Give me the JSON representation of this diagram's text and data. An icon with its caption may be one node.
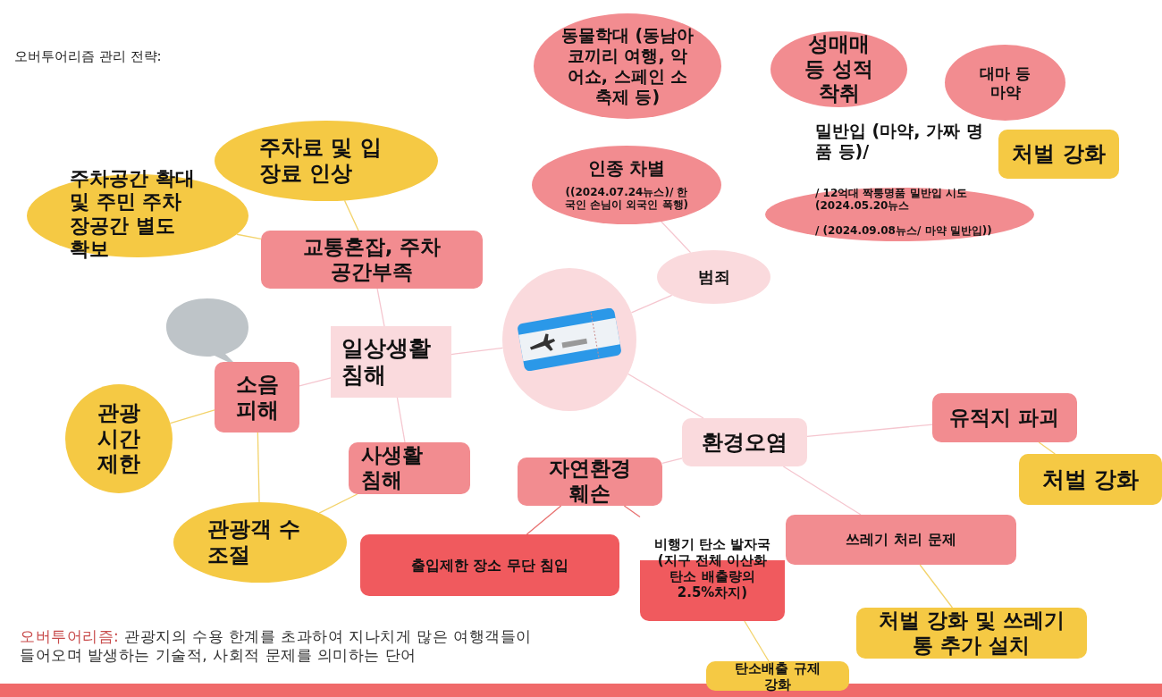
{
  "diagram": {
    "nodes": [
      {
        "text": [
          "동물학대 (동남아 코끼리 여행, 악어쇼, 스페인 소 축제 등)"
        ]
      },
      {
        "text": [
          "성매매 등 성적 착취"
        ]
      },
      {
        "text": [
          "대마 등 마약"
        ]
      },
      {
        "text": [
          "인종 차별",
          "((2024.07.24뉴스)/ 한국인 손님이 외국인 폭행)"
        ]
      },
      {
        "text": [
          "밀반입 (마약, 가짜 명품 등)/",
          "/ 12억대 짝퉁명품 밀반입 시도 (2024.05.20뉴스",
          "/ (2024.09.08뉴스/ 마약 밀반입))"
        ]
      },
      {
        "text": [
          "처벌 강화"
        ]
      },
      {
        "text": [
          "범죄"
        ]
      },
      {
        "text": [
          "교통혼잡, 주차공간부족"
        ]
      },
      {
        "text": [
          "주차료 및 입장료 인상"
        ]
      },
      {
        "text": [
          "주차공간 확대 및 주민 주차장공간 별도 확보"
        ]
      },
      {
        "text": [
          "일상생활 침해"
        ]
      },
      {
        "text": [
          "소음 피해"
        ]
      },
      {
        "text": [
          "관광 시간 제한"
        ]
      },
      {
        "text": [
          "사생활 침해"
        ]
      },
      {
        "text": [
          "관광객 수 조절"
        ]
      },
      {
        "text": [],
        "shape": "circle"
      },
      {
        "text": [
          "환경오염"
        ]
      },
      {
        "text": [
          "유적지 파괴"
        ]
      },
      {
        "text": [
          "처벌 강화"
        ]
      },
      {
        "text": [
          "자연환경 훼손"
        ]
      },
      {
        "text": [
          "쓰레기 처리 문제"
        ]
      },
      {
        "text": [
          "출입제한 장소 무단 침입"
        ]
      },
      {
        "text": [
          "비행기 탄소 발자국(지구 전체 이산화탄소 배출량의 2.5%차지)"
        ]
      },
      {
        "text": [
          "처벌 강화 및 쓰레기통 추가 설치"
        ]
      },
      {
        "text": [
          "탄소배출 규제 강화"
        ]
      }
    ],
    "edges": [
      {
        "from": 15,
        "to": 10,
        "arrow": "none"
      },
      {
        "from": 15,
        "to": 6,
        "arrow": "none"
      },
      {
        "from": 15,
        "to": 16,
        "arrow": "none"
      },
      {
        "from": 6,
        "to": 3,
        "arrow": "none"
      },
      {
        "from": 10,
        "to": 7,
        "arrow": "none"
      },
      {
        "from": 10,
        "to": 11,
        "arrow": "none"
      },
      {
        "from": 10,
        "to": 13,
        "arrow": "none"
      },
      {
        "from": 7,
        "to": 8,
        "arrow": "none",
        "color": "#f3d36b"
      },
      {
        "from": 7,
        "to": 9,
        "arrow": "none",
        "color": "#f3d36b"
      },
      {
        "from": 11,
        "to": 12,
        "arrow": "none",
        "color": "#f3d36b"
      },
      {
        "from": 11,
        "to": 14,
        "arrow": "none",
        "color": "#f3d36b"
      },
      {
        "from": 13,
        "to": 14,
        "arrow": "none",
        "color": "#f3d36b"
      },
      {
        "from": 16,
        "to": 17,
        "arrow": "none"
      },
      {
        "from": 16,
        "to": 19,
        "arrow": "none"
      },
      {
        "from": 16,
        "to": 20,
        "arrow": "none"
      },
      {
        "from": 17,
        "to": 18,
        "arrow": "none",
        "color": "#f3d36b"
      },
      {
        "from": 19,
        "to": 21,
        "arrow": "none",
        "color": "#e8706f"
      },
      {
        "from": 19,
        "to": 22,
        "arrow": "none",
        "color": "#e8706f"
      },
      {
        "from": 20,
        "to": 23,
        "arrow": "none",
        "color": "#f3d36b"
      },
      {
        "from": 22,
        "to": 24,
        "arrow": "none",
        "color": "#f3d36b"
      }
    ],
    "labels": [
      "오버투어리즘 관리 전략:",
      "오버투어리즘:",
      "관광지의 수용 한계를 초과하여 지나치게 많은 여행객들이 들어오며 발생하는 기술적, 사회적 문제를 의미하는 단어"
    ]
  }
}
